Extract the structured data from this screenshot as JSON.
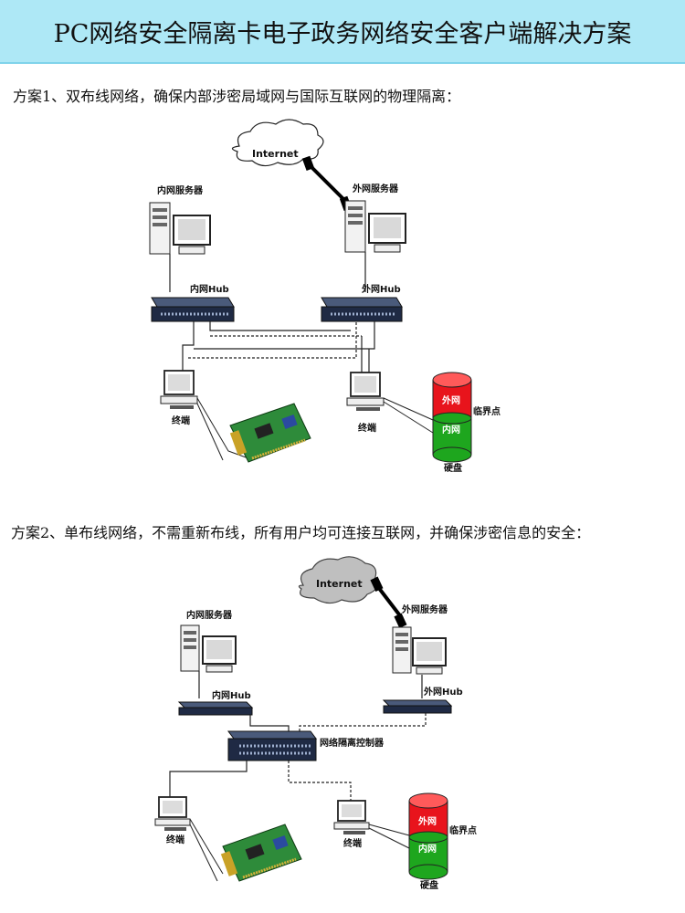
{
  "title": "PC网络安全隔离卡电子政务网络安全客户端解决方案",
  "scheme1": {
    "caption": "方案1、双布线网络，确保内部涉密局域网与国际互联网的物理隔离：",
    "internet": "Internet",
    "inner_server": "内网服务器",
    "outer_server": "外网服务器",
    "inner_hub": "内网Hub",
    "outer_hub": "外网Hub",
    "terminal_left": "终端",
    "terminal_right": "终端",
    "disk_outer": "外网",
    "disk_inner": "内网",
    "boundary": "临界点",
    "disk": "硬盘"
  },
  "scheme2": {
    "caption": "方案2、单布线网络，不需重新布线，所有用户均可连接互联网，并确保涉密信息的安全：",
    "internet": "Internet",
    "inner_server": "内网服务器",
    "outer_server": "外网服务器",
    "inner_hub": "内网Hub",
    "outer_hub": "外网Hub",
    "controller": "网络隔离控制器",
    "terminal_left": "终端",
    "terminal_right": "终端",
    "disk_outer": "外网",
    "disk_inner": "内网",
    "boundary": "临界点",
    "disk": "硬盘"
  },
  "colors": {
    "banner": "#aee8f6",
    "disk_top": "#e8141c",
    "disk_bottom": "#1ea61e",
    "hub": "#1f2a44"
  }
}
